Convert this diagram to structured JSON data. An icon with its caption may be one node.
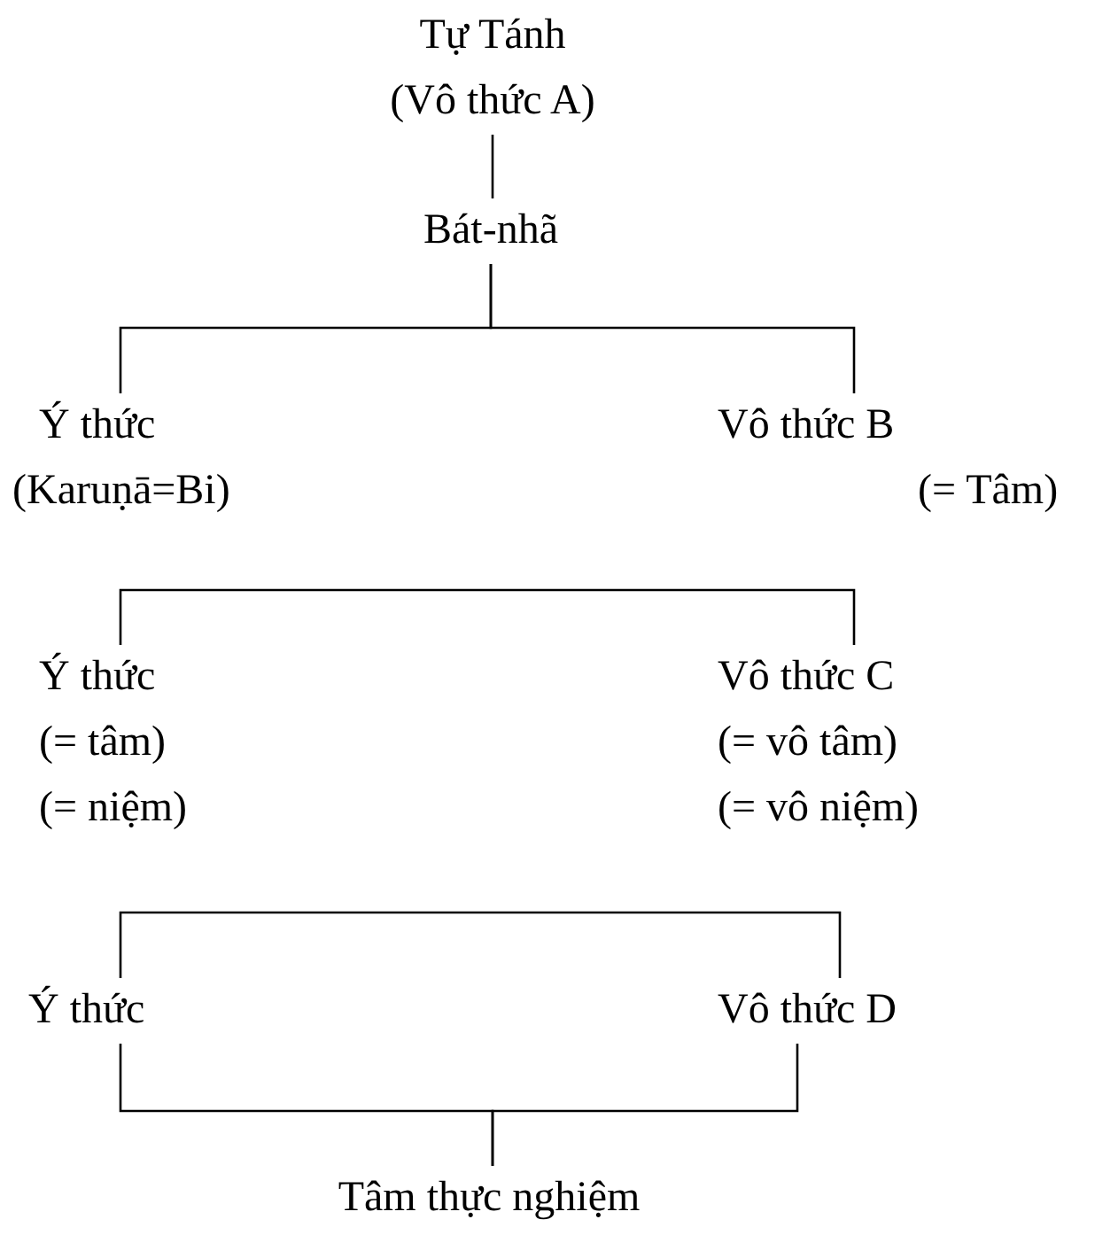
{
  "diagram": {
    "nodes": [
      {
        "text": [
          "Tự Tánh",
          "(Vô thức A)"
        ]
      },
      {
        "text": [
          "Bát-nhã"
        ]
      },
      {
        "text": [
          "Ý thức",
          "(Karuṇā=Bi)"
        ]
      },
      {
        "text": [
          "Vô thức B",
          "(= Tâm)"
        ]
      },
      {
        "text": [
          "Ý thức",
          "(= tâm)",
          "(= niệm)"
        ]
      },
      {
        "text": [
          "Vô thức C",
          "(= vô tâm)",
          "(= vô niệm)"
        ]
      },
      {
        "text": [
          "Ý thức"
        ]
      },
      {
        "text": [
          "Vô thức D"
        ]
      },
      {
        "text": [
          "Tâm thực nghiệm"
        ]
      }
    ],
    "edges": [
      {
        "from": 0,
        "to": 1,
        "arrow": "none"
      },
      {
        "from": 1,
        "to": 2,
        "arrow": "none"
      },
      {
        "from": 1,
        "to": 3,
        "arrow": "none"
      },
      {
        "from": 4,
        "to": 5,
        "arrow": "none"
      },
      {
        "from": 6,
        "to": 7,
        "arrow": "none"
      },
      {
        "from": 6,
        "to": 8,
        "arrow": "none"
      },
      {
        "from": 7,
        "to": 8,
        "arrow": "none"
      }
    ]
  }
}
